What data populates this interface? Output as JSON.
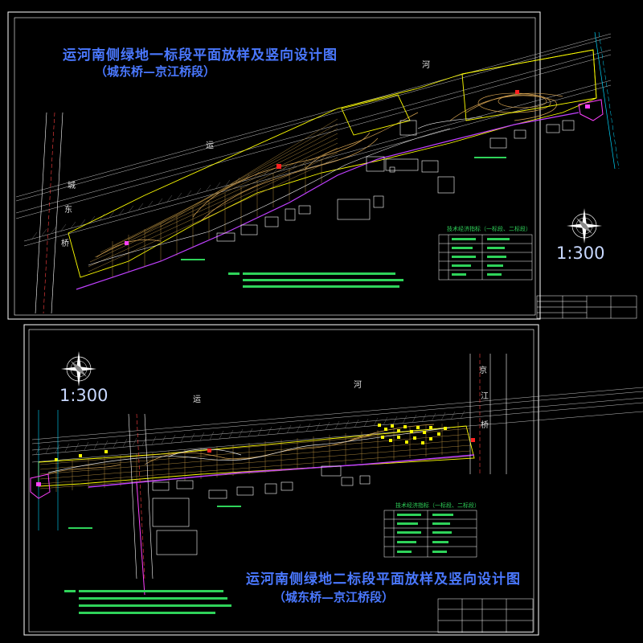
{
  "sheet1": {
    "title": "运河南侧绿地一标段平面放样及竖向设计图",
    "subtitle": "（城东桥—京江桥段）",
    "scale": "1:300",
    "labels": {
      "river_he": "河",
      "river_yun": "运",
      "road_cheng": "城",
      "road_dong": "东",
      "road_qiao": "桥"
    },
    "table_title": "技术经济指标（一标段、二标段）"
  },
  "sheet2": {
    "title": "运河南侧绿地二标段平面放样及竖向设计图",
    "subtitle": "（城东桥—京江桥段）",
    "scale": "1:300",
    "labels": {
      "river_he": "河",
      "river_yun": "运",
      "road_jing": "京",
      "road_jiang": "江",
      "road_qiao": "桥"
    },
    "table_title": "技术经济指标（一标段、二标段）"
  },
  "colors": {
    "background": "#000000",
    "frame": "#ffffff",
    "title": "#4a78ff",
    "river_bank": "#ffff00",
    "contour": "#d2a050",
    "grid": "#b89040",
    "boundary": "#c040ff",
    "road": "#00d8ff",
    "notes": "#2fd35a"
  }
}
